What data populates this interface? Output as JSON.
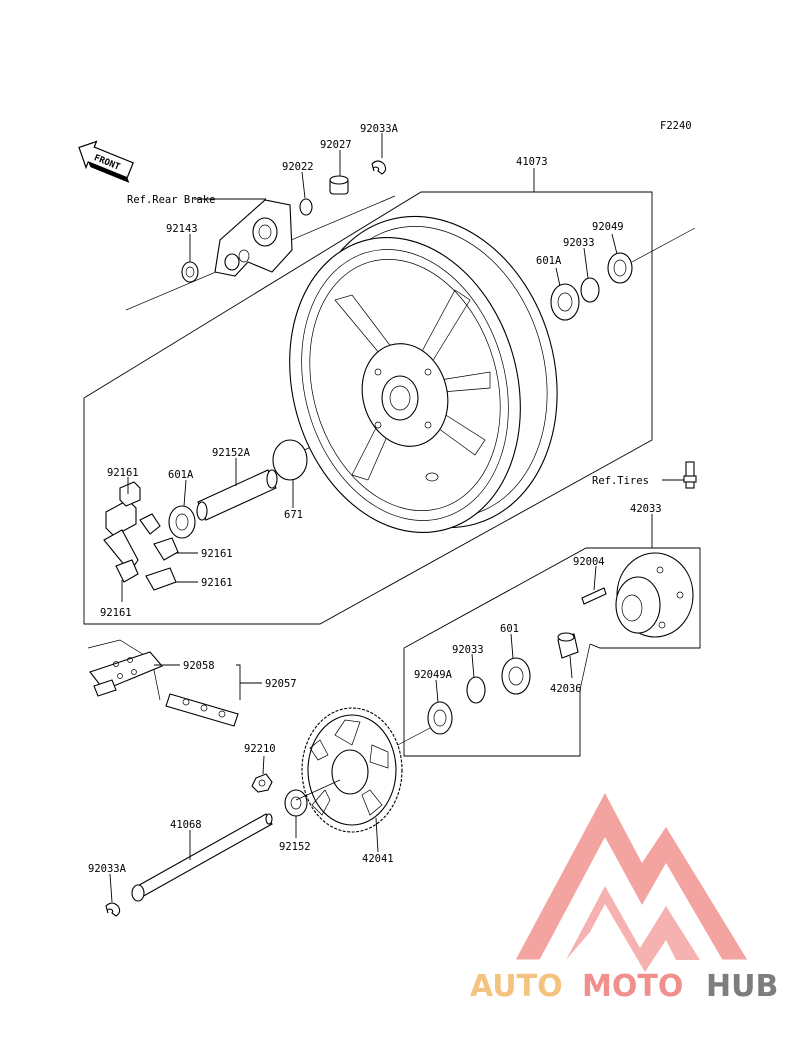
{
  "diagram_id": "F2240",
  "front_badge": "FRONT",
  "refs": {
    "rear_brake": "Ref.Rear Brake",
    "tires": "Ref.Tires"
  },
  "parts": {
    "p92033A_top": "92033A",
    "p92027": "92027",
    "p92022": "92022",
    "p92143": "92143",
    "p41073": "41073",
    "p92049": "92049",
    "p92033_top": "92033",
    "p601A_top": "601A",
    "p92161_a": "92161",
    "p601A_left": "601A",
    "p92152A": "92152A",
    "p92161_b": "92161",
    "p92161_c": "92161",
    "p92161_d": "92161",
    "p671": "671",
    "p42033": "42033",
    "p92004": "92004",
    "p92058": "92058",
    "p92057": "92057",
    "p92033_mid": "92033",
    "p601": "601",
    "p92049A": "92049A",
    "p42036": "42036",
    "p92210": "92210",
    "p41068": "41068",
    "p92152": "92152",
    "p42041": "42041",
    "p92033A_bottom": "92033A"
  },
  "watermark": {
    "part1": "AUTO",
    "part2": "MOTO",
    "part3": "HUB",
    "colors": {
      "auto": "#f4c07a",
      "moto": "#f08a86",
      "hub": "#777777",
      "triangle": "#f3a09c"
    }
  }
}
